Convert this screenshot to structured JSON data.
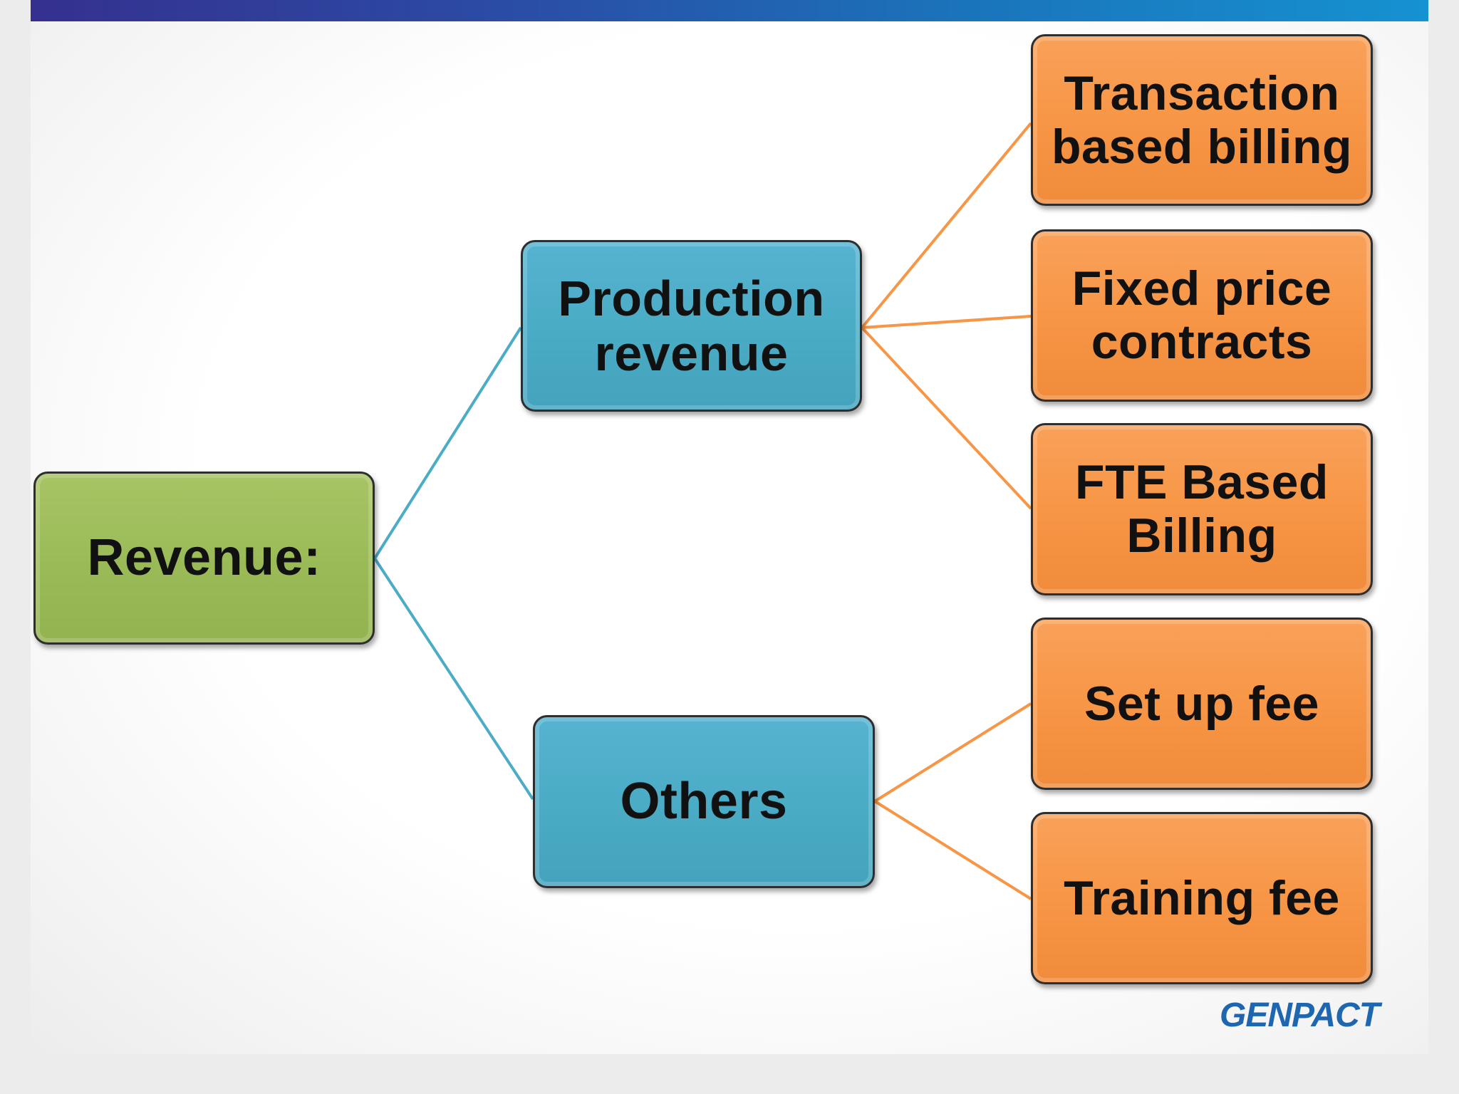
{
  "colors": {
    "root": "#9bbb59",
    "level1": "#4bacc6",
    "level2": "#f79646",
    "connector_root": "#4bacc6",
    "connector_level1": "#f79646",
    "logo": "#1f66b0"
  },
  "diagram": {
    "root": {
      "label": "Revenue:"
    },
    "branches": [
      {
        "label": "Production revenue",
        "children": [
          {
            "label": "Transaction based billing"
          },
          {
            "label": "Fixed price contracts"
          },
          {
            "label": "FTE Based Billing"
          }
        ]
      },
      {
        "label": "Others",
        "children": [
          {
            "label": "Set up fee"
          },
          {
            "label": "Training fee"
          }
        ]
      }
    ]
  },
  "logo": {
    "text": "GENPACT"
  }
}
